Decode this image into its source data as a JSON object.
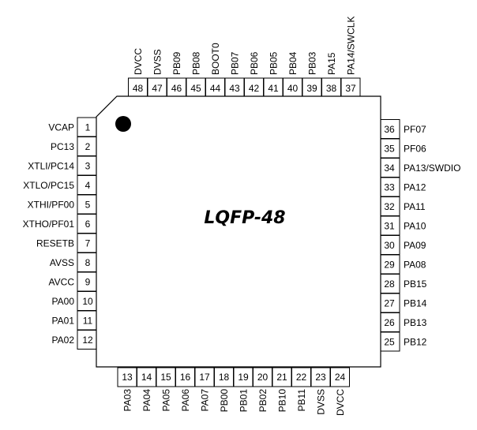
{
  "package_label": "LQFP-48",
  "pins": {
    "left": [
      {
        "num": "1",
        "name": "VCAP"
      },
      {
        "num": "2",
        "name": "PC13"
      },
      {
        "num": "3",
        "name": "XTLI/PC14"
      },
      {
        "num": "4",
        "name": "XTLO/PC15"
      },
      {
        "num": "5",
        "name": "XTHI/PF00"
      },
      {
        "num": "6",
        "name": "XTHO/PF01"
      },
      {
        "num": "7",
        "name": "RESETB"
      },
      {
        "num": "8",
        "name": "AVSS"
      },
      {
        "num": "9",
        "name": "AVCC"
      },
      {
        "num": "10",
        "name": "PA00"
      },
      {
        "num": "11",
        "name": "PA01"
      },
      {
        "num": "12",
        "name": "PA02"
      }
    ],
    "bottom": [
      {
        "num": "13",
        "name": "PA03"
      },
      {
        "num": "14",
        "name": "PA04"
      },
      {
        "num": "15",
        "name": "PA05"
      },
      {
        "num": "16",
        "name": "PA06"
      },
      {
        "num": "17",
        "name": "PA07"
      },
      {
        "num": "18",
        "name": "PB00"
      },
      {
        "num": "19",
        "name": "PB01"
      },
      {
        "num": "20",
        "name": "PB02"
      },
      {
        "num": "21",
        "name": "PB10"
      },
      {
        "num": "22",
        "name": "PB11"
      },
      {
        "num": "23",
        "name": "DVSS"
      },
      {
        "num": "24",
        "name": "DVCC"
      }
    ],
    "right": [
      {
        "num": "25",
        "name": "PB12"
      },
      {
        "num": "26",
        "name": "PB13"
      },
      {
        "num": "27",
        "name": "PB14"
      },
      {
        "num": "28",
        "name": "PB15"
      },
      {
        "num": "29",
        "name": "PA08"
      },
      {
        "num": "30",
        "name": "PA09"
      },
      {
        "num": "31",
        "name": "PA10"
      },
      {
        "num": "32",
        "name": "PA11"
      },
      {
        "num": "33",
        "name": "PA12"
      },
      {
        "num": "34",
        "name": "PA13/SWDIO"
      },
      {
        "num": "35",
        "name": "PF06"
      },
      {
        "num": "36",
        "name": "PF07"
      }
    ],
    "top": [
      {
        "num": "37",
        "name": "PA14/SWCLK"
      },
      {
        "num": "38",
        "name": "PA15"
      },
      {
        "num": "39",
        "name": "PB03"
      },
      {
        "num": "40",
        "name": "PB04"
      },
      {
        "num": "41",
        "name": "PB05"
      },
      {
        "num": "42",
        "name": "PB06"
      },
      {
        "num": "43",
        "name": "PB07"
      },
      {
        "num": "44",
        "name": "BOOT0"
      },
      {
        "num": "45",
        "name": "PB08"
      },
      {
        "num": "46",
        "name": "PB09"
      },
      {
        "num": "47",
        "name": "DVSS"
      },
      {
        "num": "48",
        "name": "DVCC"
      }
    ]
  }
}
